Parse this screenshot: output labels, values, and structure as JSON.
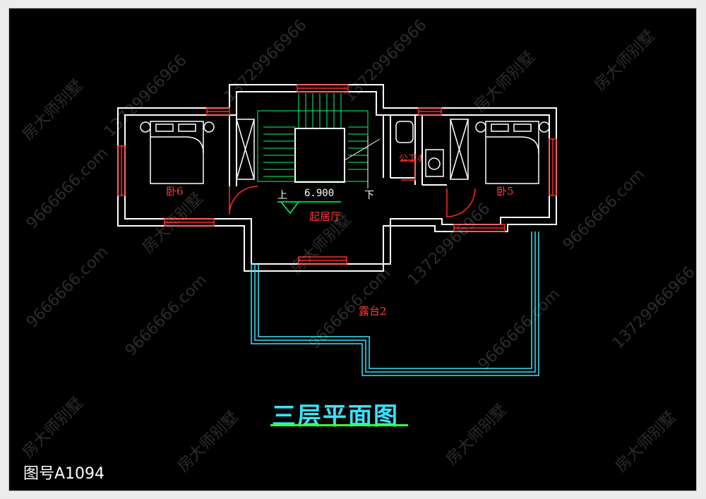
{
  "title": "三层平面图",
  "drawing_number": "图号A1094",
  "elevation": "6.900",
  "stair": {
    "up": "上",
    "down": "下"
  },
  "rooms": {
    "bedroom6": "卧6",
    "bedroom5": "卧5",
    "living": "起居厅",
    "bath": "公卫4",
    "terrace": "露台2"
  },
  "watermarks": [
    "房大师别墅",
    "13729966966",
    "9666666.com"
  ],
  "colors": {
    "wall": "#ffffff",
    "window": "#ff2a2a",
    "stair": "#00ff66",
    "terrace": "#33e6ff",
    "title": "#33e6ff",
    "underline": "#3dff3d"
  }
}
